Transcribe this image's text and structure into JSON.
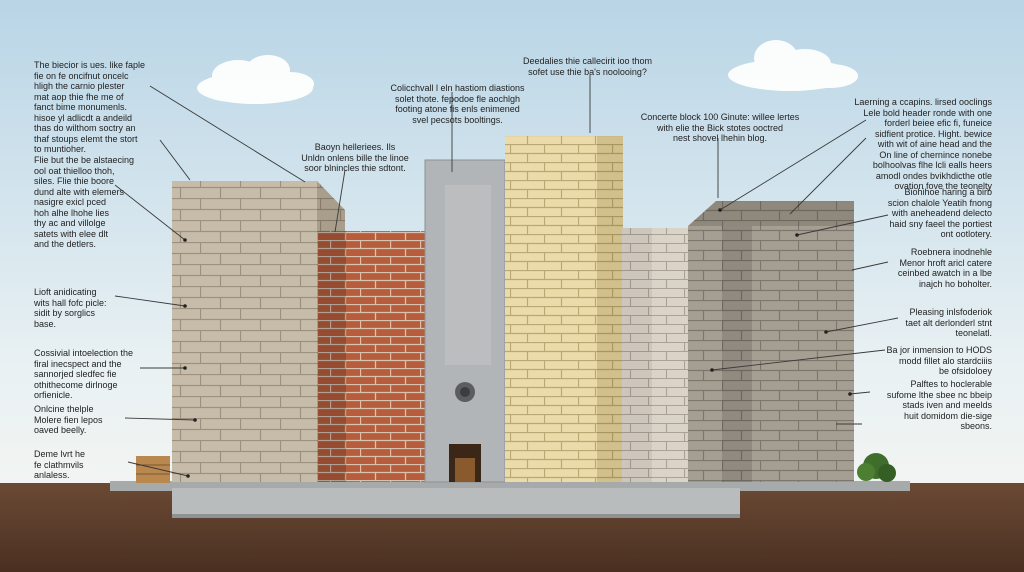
{
  "colors": {
    "sky_top": "#bcd7e6",
    "sky_bottom": "#eef4f5",
    "ground": "#5a3a28",
    "limestone": "#c2b7a6",
    "red_brick": "#b35a3a",
    "concrete_panel": "#b3b6b8",
    "yellow_brick": "#e8d7a4",
    "stone_block": "#d6d0c6",
    "grey_block": "#a39c92",
    "foundation": "#b9bcbd"
  },
  "labels": {
    "l1": "The biecior is ues. like faple\nfie on fe oncifnut oncelc\nhligh the carnio plester\nmat aop thie fhe me of\nfanct bime monumenls.\nhisoe yl adlicdt a andeild\nthas do wilthom soctry an\nthaf stoups elemt the stort\nto muntioher.",
    "l2": "Flie but the be alstaecing\nool oat thielloo thoh,\nsiles. Flie thie boore\ndund alte with elemers\nnasigre exicl pced\nhoh alhe lhohe lies\nthy ac and villolge\nsatets with elee dlt\nand the detlers.",
    "l3": "Lioft anidicating\nwits hall fofc picle:\nsidit by sorglics\nbase.",
    "l4": "Cossivial intoelection the\nfiral inecspect and the\nsannorjed sledfec fie\nothithecome dirlnoge\norfienicle.",
    "l5": "Onlcine thelple\nMolere fien lepos\noaved beelly.",
    "l6": "Deme lvrt he\nfe clathmvils\nanlaless.",
    "c1": "Baoyn helleriees. Ils\nUnldn onlens bille the linoe\nsoor blnincles thie sdtont.",
    "c2": "Colicchvall l eln hastiom diastions\nsolet thote. fepodoe fle aochlgh\nfooting atone fis enls enimened\nsvel pecsots booltings.",
    "c3": "Deedalies thie callecirit ioo thom\nsofet use thie ba's noolooing?",
    "c4": "Concerte block 100 Ginute: willee lertes\nwith elie the Bick stotes ooctred\nnest shovel lhehin blog.",
    "r1": "Laerning a ccapins. lirsed ooclings\nLele bold header ronde with one\nforderl beiee efic fi, funeice\nsidfient protice. Hight. bewice\nwith wit of aine head and the\nOn line of chernince nonebe\nbolhoolvas flhe lcli ealls heers\namodl ondes bvikhdicthe otle\novation fove the teonelty",
    "r2": "Biohihoe haring a birb\nscion chalole Yeatih fnong\nwith aneheadend delecto\nhaid sny faeel the portiest\nont ootlotery.",
    "r3": "Roebnera inodnehle\nMenor hroft aricl catere\nceinbed awatch in a lbe\ninajch ho boholter.",
    "r4": "Pleasing inlsfoderiok\ntaet alt derlonderl stnt\nteonelatl.",
    "r5": "Ba jor inmension to HODS\nmodd fillet alo stardciiis\nbe ofsidoloey",
    "r6": "Palftes to hoclerable\nsufome lthe sbee nc bbeip\nstads iven and meelds\nhuit domidom die-sige\nsbeons."
  }
}
